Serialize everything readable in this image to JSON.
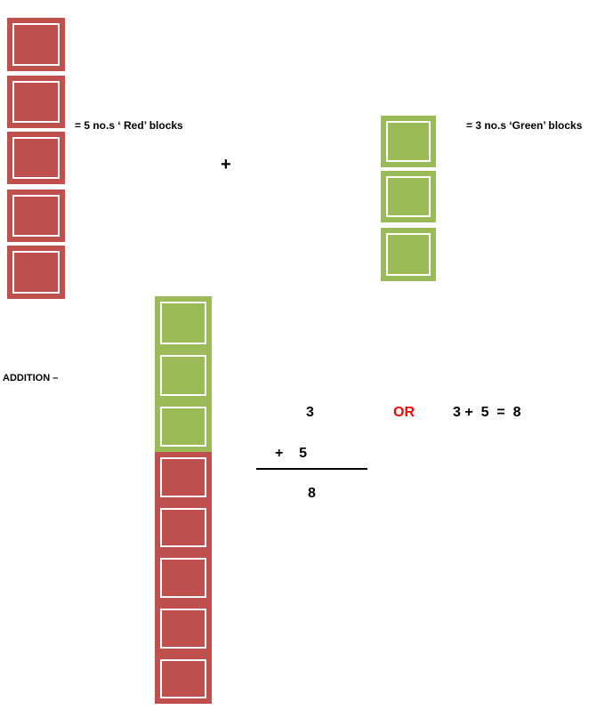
{
  "labels": {
    "red_count": "= 5 no.s ‘ Red’ blocks",
    "green_count": "=  3 no.s ‘Green’ blocks",
    "plus": "+",
    "addition": "ADDITION –",
    "top_num": "3",
    "add_row": "+    5",
    "result": "8",
    "or": "OR",
    "equation": "3 +  5  =  8"
  },
  "counts": {
    "red": 5,
    "green": 3
  },
  "colors": {
    "red": "#c0504d",
    "green": "#9bbb59",
    "or": "#ff0000"
  }
}
